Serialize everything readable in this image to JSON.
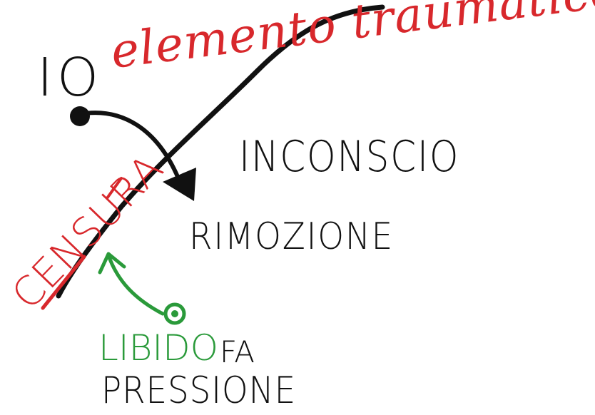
{
  "labels": {
    "io": "IO",
    "elemento_traumatico": "elemento traumatico",
    "inconscio": "INCONSCIO",
    "rimozione": "RIMOZIONE",
    "censura": "CENSURA",
    "libido": "LIBIDO",
    "fa": "FA",
    "pressione": "PRESSIONE"
  },
  "colors": {
    "ink": "#111111",
    "red": "#d8282c",
    "green": "#2a9a3a"
  }
}
